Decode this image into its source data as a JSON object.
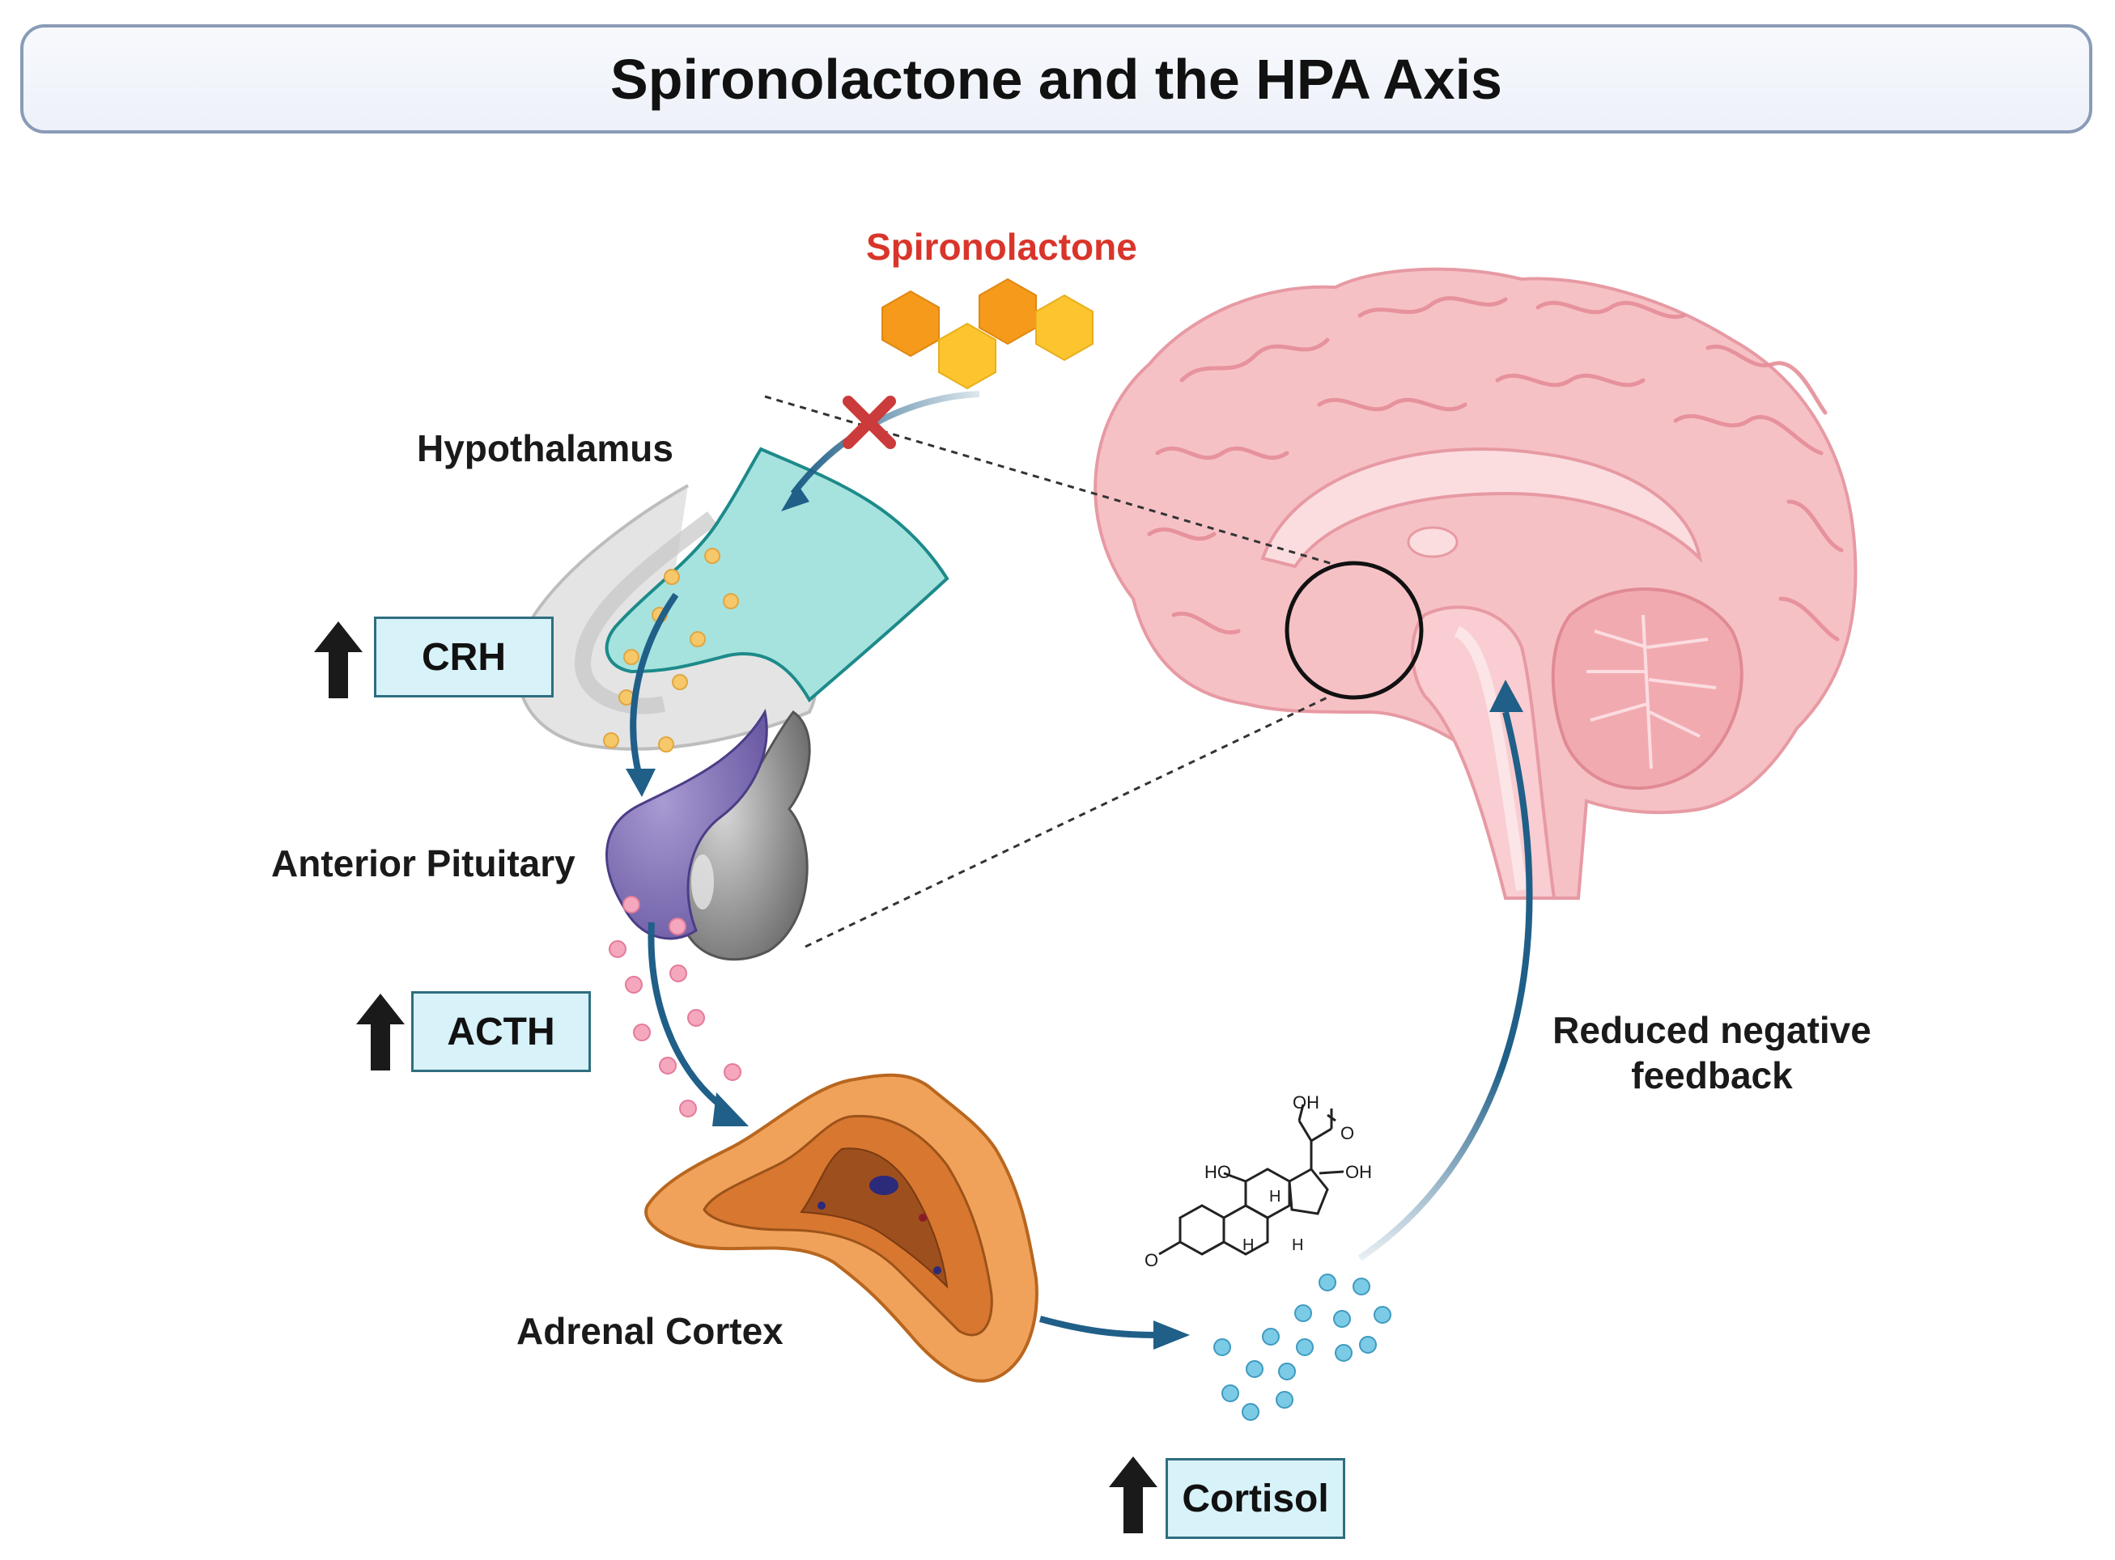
{
  "title": "Spironolactone and the HPA Axis",
  "drug": {
    "label": "Spironolactone",
    "color": "#d9352b"
  },
  "stages": {
    "hypothalamus": "Hypothalamus",
    "anterior_pituitary": "Anterior Pituitary",
    "adrenal_cortex": "Adrenal Cortex"
  },
  "hormones": {
    "crh": "CRH",
    "acth": "ACTH",
    "cortisol": "Cortisol"
  },
  "feedback": {
    "line1": "Reduced negative",
    "line2": "feedback"
  },
  "molecule": {
    "oh_top": "OH",
    "o_keto": "O",
    "oh_right": "OH",
    "ho_left": "HO",
    "h1": "H",
    "h2": "H",
    "h3": "H",
    "o_left": "O"
  },
  "colors": {
    "arrow": "#1f5f88",
    "block_mark": "#cc3b3b",
    "hormone_box_fill": "#d7f2f8",
    "hypothalamus": "#a6e3de",
    "pituitary_anterior": "#8c7bbd",
    "brain": "#f4b7bd",
    "adrenal": "#f1a25a",
    "cortisol_dots": "#5fb6d6"
  }
}
